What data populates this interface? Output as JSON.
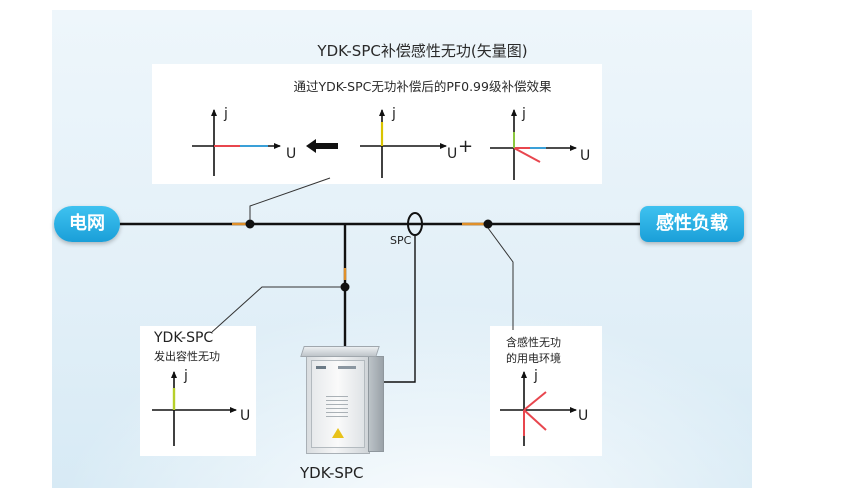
{
  "title": "YDK-SPC补偿感性无功(矢量图)",
  "subtitle": "通过YDK-SPC无功补偿后的PF0.99级补偿效果",
  "grid_label": "电网",
  "load_label": "感性负载",
  "spc_label": "SPC",
  "device_label": "YDK-SPC",
  "device_caption": {
    "line1": "YDK-SPC",
    "line2": "发出容性无功"
  },
  "load_caption": {
    "line1": "含感性无功",
    "line2": "的用电环境"
  },
  "plus_sign": "+",
  "axis_labels": {
    "imag": "j",
    "real": "U"
  },
  "colors": {
    "line": "#111111",
    "red_vector": "#e8464e",
    "blue_vector": "#3aa0d8",
    "yellow_vector": "#d9c400",
    "green_vector": "#8cc63f",
    "orange_vector": "#e0902a",
    "pill_blue": "#1a9fd8"
  }
}
